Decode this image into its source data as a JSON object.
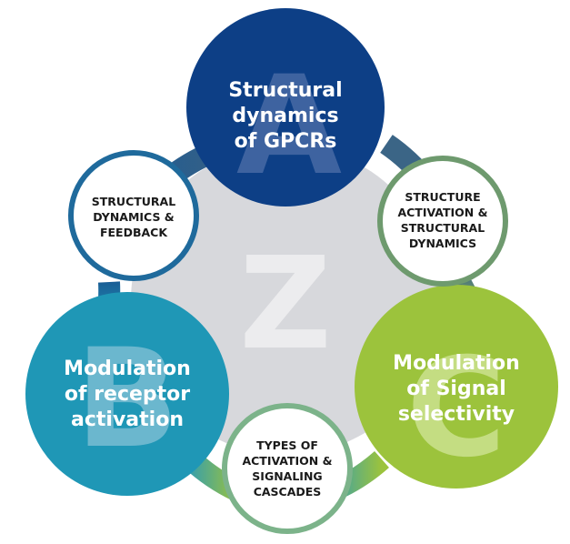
{
  "center": {
    "letter": "Z"
  },
  "nodes": {
    "a": {
      "letter": "A",
      "lines": [
        "Structural",
        "dynamics",
        "of GPCRs"
      ],
      "color": "#0d3f86"
    },
    "b": {
      "letter": "B",
      "lines": [
        "Modulation",
        "of receptor",
        "activation"
      ],
      "color": "#1f97b6"
    },
    "c": {
      "letter": "C",
      "lines": [
        "Modulation",
        "of Signal",
        "selectivity"
      ],
      "color": "#9cc33c"
    }
  },
  "links": {
    "ab": {
      "lines": [
        "STRUCTURAL",
        "DYNAMICS &",
        "FEEDBACK"
      ]
    },
    "ac": {
      "lines": [
        "STRUCTURE",
        "ACTIVATION &",
        "STRUCTURAL",
        "DYNAMICS"
      ]
    },
    "bc": {
      "lines": [
        "TYPES OF",
        "ACTIVATION &",
        "SIGNALING",
        "CASCADES"
      ]
    }
  },
  "colors": {
    "center_fill": "#d7d8dc",
    "small_fill": "#ffffff",
    "small_text": "#1a1a1a"
  }
}
